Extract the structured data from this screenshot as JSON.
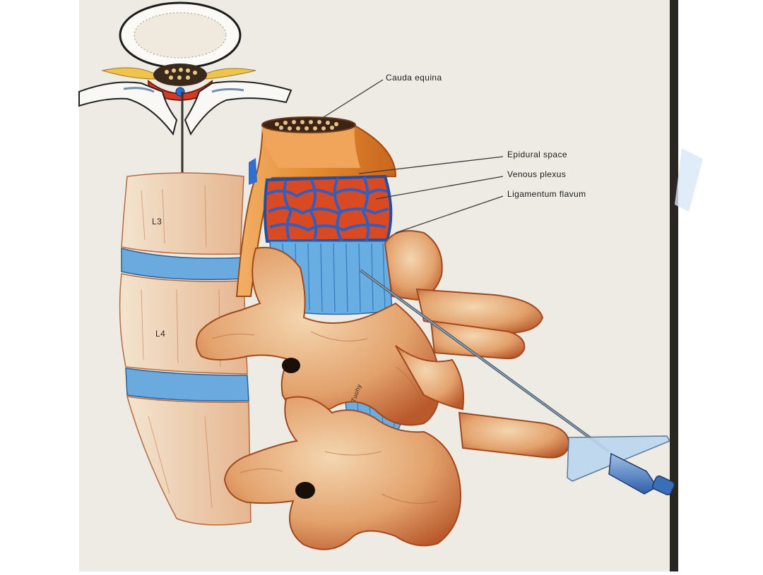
{
  "figure": {
    "labels": {
      "cauda_equina": "Cauda equina",
      "epidural_space": "Epidural space",
      "venous_plexus": "Venous plexus",
      "ligamentum_flavum": "Ligamentum flavum",
      "vertebra_l3": "L3",
      "vertebra_l4": "L4",
      "small_text": "Tuohy"
    },
    "colors": {
      "background": "#ffffff",
      "panel": "#eeebe4",
      "bone": "#e0a06a",
      "bone_dark": "#b5532a",
      "dura": "#e2862f",
      "vein_blue": "#2d6fd0",
      "blood_red": "#d5401e",
      "ligament_blue": "#5aa6e0",
      "disc_blue": "#5fa3d6",
      "watermark": "#d8e9f7"
    },
    "icons": [
      "needle-icon",
      "needle-hub-icon"
    ]
  }
}
